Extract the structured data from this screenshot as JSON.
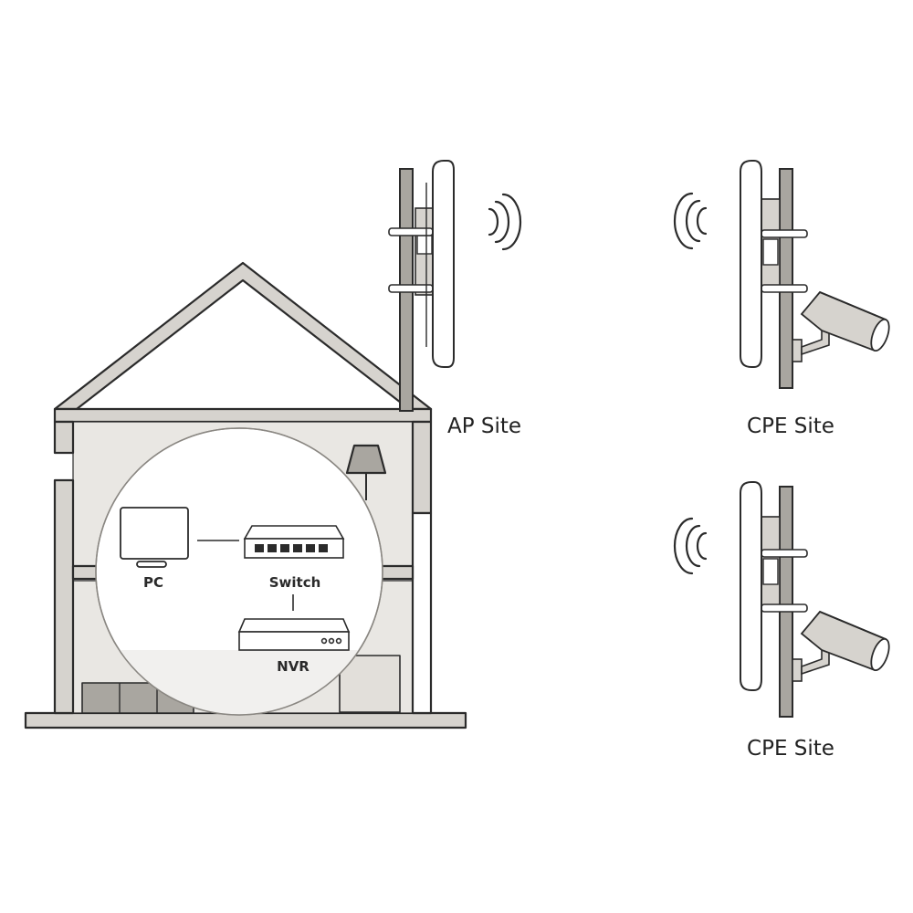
{
  "labels": {
    "ap_site": "AP Site",
    "cpe_site_top": "CPE Site",
    "cpe_site_bottom": "CPE Site",
    "pc": "PC",
    "switch": "Switch",
    "nvr": "NVR"
  },
  "colors": {
    "outline": "#2b2b2b",
    "wall_fill": "#d6d3ce",
    "room_fill": "#e9e7e3",
    "dark_fill": "#a9a6a0",
    "device_fill": "#ffffff"
  },
  "icons": {
    "signal": "wifi-wave-icon",
    "antenna": "outdoor-cpe-antenna-icon",
    "camera": "security-camera-icon",
    "pc": "monitor-icon",
    "switch": "network-switch-icon",
    "nvr": "nvr-recorder-icon"
  }
}
